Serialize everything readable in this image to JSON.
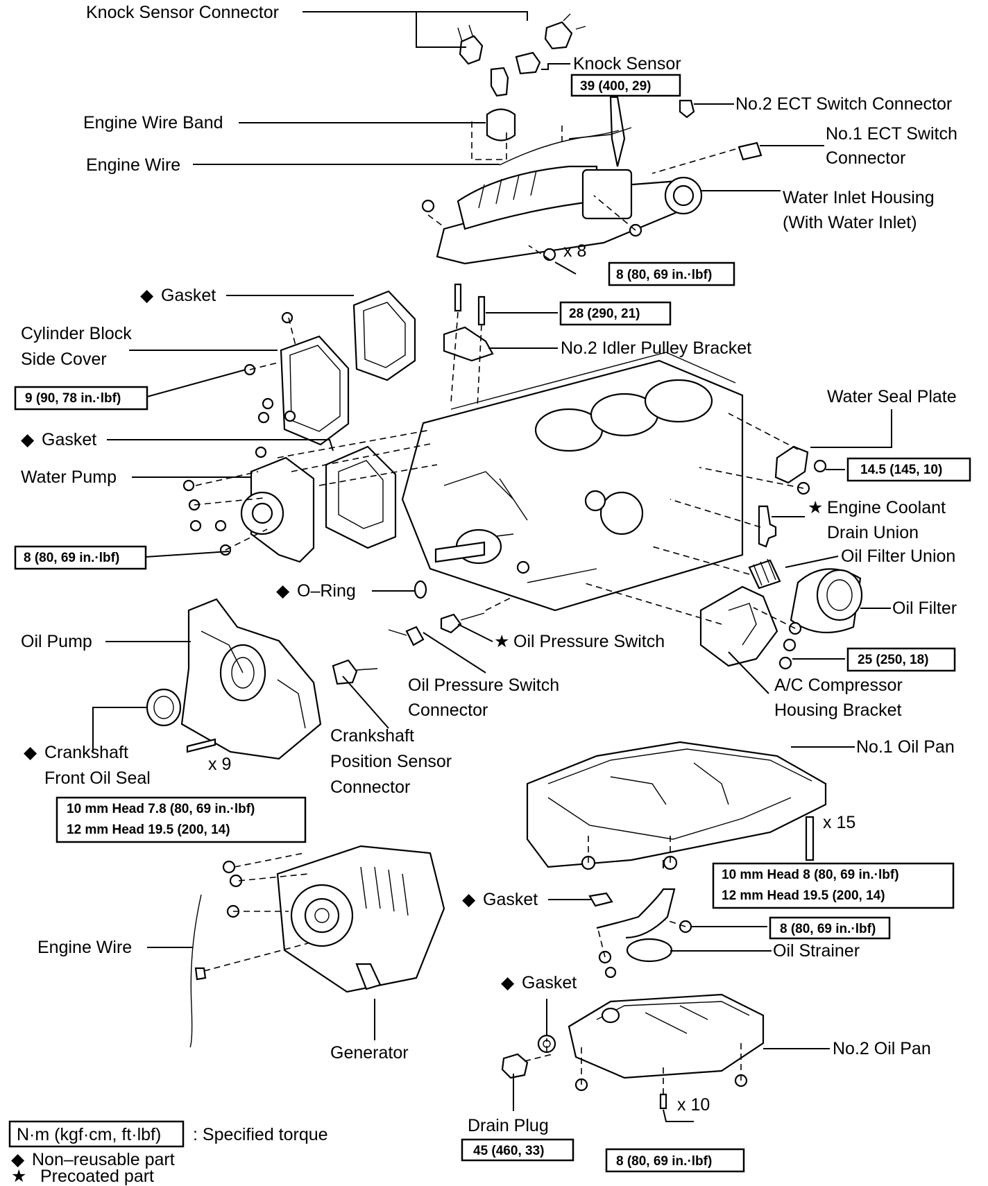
{
  "labels": {
    "knock_sensor_connector": "Knock Sensor Connector",
    "knock_sensor": "Knock Sensor",
    "no2_ect_switch_connector": "No.2 ECT Switch Connector",
    "no1_ect_switch_connector_1": "No.1 ECT Switch",
    "no1_ect_switch_connector_2": "Connector",
    "engine_wire_band": "Engine Wire Band",
    "engine_wire_top": "Engine Wire",
    "water_inlet_housing_1": "Water Inlet Housing",
    "water_inlet_housing_2": "(With Water Inlet)",
    "x8": "x 8",
    "gasket_side_cover": "Gasket",
    "cylinder_block_side_cover_1": "Cylinder Block",
    "cylinder_block_side_cover_2": "Side Cover",
    "no2_idler_pulley_bracket": "No.2 Idler Pulley Bracket",
    "water_seal_plate": "Water Seal Plate",
    "gasket_water_pump": "Gasket",
    "water_pump": "Water Pump",
    "engine_coolant_drain_union_1": "Engine Coolant",
    "engine_coolant_drain_union_2": "Drain Union",
    "oil_filter_union": "Oil Filter Union",
    "o_ring": "O–Ring",
    "oil_filter": "Oil Filter",
    "oil_pump": "Oil Pump",
    "oil_pressure_switch": "Oil Pressure Switch",
    "oil_pressure_switch_connector_1": "Oil Pressure Switch",
    "oil_pressure_switch_connector_2": "Connector",
    "ac_compressor_housing_bracket_1": "A/C Compressor",
    "ac_compressor_housing_bracket_2": "Housing Bracket",
    "crankshaft_position_sensor_connector_1": "Crankshaft",
    "crankshaft_position_sensor_connector_2": "Position Sensor",
    "crankshaft_position_sensor_connector_3": "Connector",
    "crankshaft_front_oil_seal_1": "Crankshaft",
    "crankshaft_front_oil_seal_2": "Front Oil Seal",
    "x9": "x 9",
    "no1_oil_pan": "No.1 Oil Pan",
    "x15": "x 15",
    "gasket_oil_strainer": "Gasket",
    "oil_strainer": "Oil Strainer",
    "engine_wire_bottom": "Engine Wire",
    "gasket_drain": "Gasket",
    "generator": "Generator",
    "no2_oil_pan": "No.2 Oil Pan",
    "x10": "x 10",
    "drain_plug": "Drain Plug"
  },
  "torques": {
    "knock_sensor": "39 (400, 29)",
    "water_inlet_housing": "8 (80, 69 in.·lbf)",
    "idler_bracket": "28 (290, 21)",
    "side_cover": "9 (90, 78 in.·lbf)",
    "water_seal_plate": "14.5 (145, 10)",
    "water_pump": "8 (80, 69 in.·lbf)",
    "ac_bracket": "25 (250, 18)",
    "oil_pump_1": "10 mm Head 7.8 (80, 69 in.·lbf)",
    "oil_pump_2": "12 mm Head 19.5 (200, 14)",
    "oil_pan_1": "10 mm Head 8 (80, 69 in.·lbf)",
    "oil_pan_2": "12 mm Head 19.5 (200, 14)",
    "oil_strainer": "8 (80, 69 in.·lbf)",
    "drain_plug": "45 (460, 33)",
    "no2_oil_pan": "8 (80, 69 in.·lbf)"
  },
  "symbols": {
    "non_reusable": "◆",
    "precoated": "★"
  },
  "legend": {
    "torque_unit": "N·m (kgf·cm, ft·lbf)",
    "torque_desc": ": Specified torque",
    "non_reusable": "Non–reusable part",
    "precoated": "Precoated part"
  }
}
